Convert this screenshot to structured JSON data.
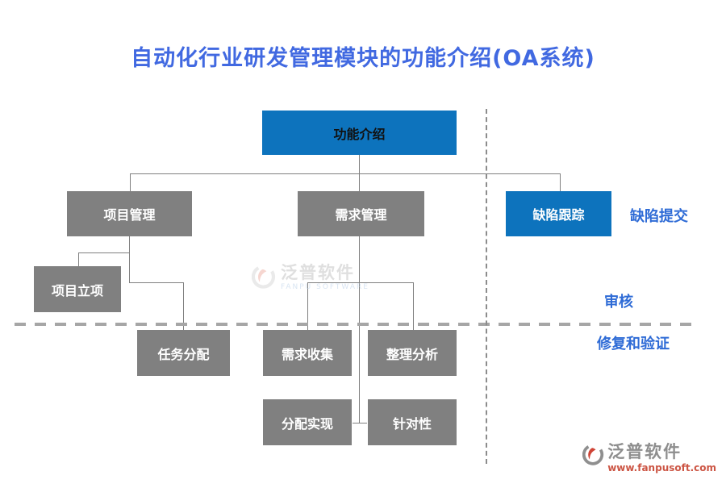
{
  "title": "自动化行业研发管理模块的功能介绍(OA系统)",
  "colors": {
    "title_blue": "#4169e1",
    "blue_box": "#0d73bd",
    "gray_box": "#808080",
    "label_blue": "#2e6bd6",
    "connector_gray": "#808080",
    "dashed_gray": "#a6a6a6",
    "footer_url_red": "#cc5544"
  },
  "nodes": {
    "root": {
      "label": "功能介绍"
    },
    "project": {
      "label": "项目管理"
    },
    "requirement": {
      "label": "需求管理"
    },
    "defect": {
      "label": "缺陷跟踪"
    },
    "project_init": {
      "label": "项目立项"
    },
    "task_assign": {
      "label": "任务分配"
    },
    "req_collect": {
      "label": "需求收集"
    },
    "organize": {
      "label": "整理分析"
    },
    "assign_impl": {
      "label": "分配实现"
    },
    "targeted": {
      "label": "针对性"
    }
  },
  "annotations": {
    "defect_submit": "缺陷提交",
    "review": "审核",
    "fix_verify": "修复和验证"
  },
  "watermark": {
    "name": "泛普软件",
    "sub": "FANPU SOFTWARE"
  },
  "footer": {
    "brand": "泛普软件",
    "url": "www.fanpusoft.com"
  }
}
